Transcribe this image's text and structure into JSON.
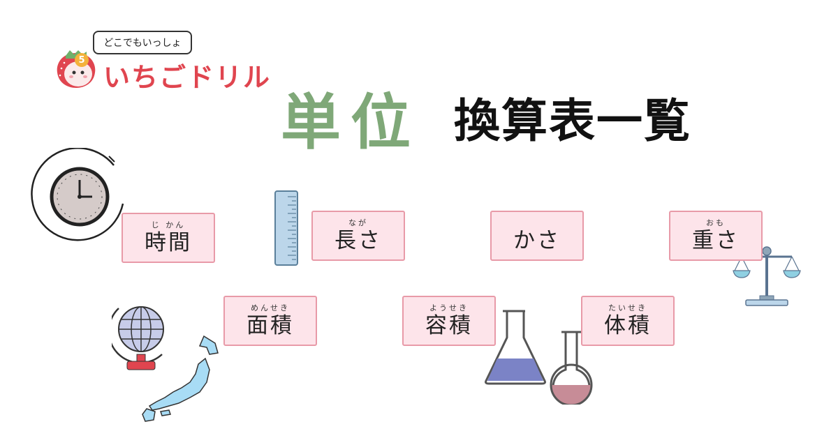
{
  "logo": {
    "bubble": "どこでもいっしょ",
    "name": "いちごドリル",
    "badge": "5"
  },
  "title": {
    "highlight": "単位",
    "rest": "換算表一覧"
  },
  "cards": [
    {
      "ruby": "じ かん",
      "word": "時間"
    },
    {
      "ruby": "なが",
      "word": "長さ"
    },
    {
      "ruby": "",
      "word": "かさ"
    },
    {
      "ruby": "おも",
      "word": "重さ"
    },
    {
      "ruby": "めんせき",
      "word": "面積"
    },
    {
      "ruby": "ようせき",
      "word": "容積"
    },
    {
      "ruby": "たいせき",
      "word": "体積"
    }
  ],
  "icons": [
    "clock-icon",
    "ruler-icon",
    "scale-icon",
    "globe-icon",
    "japan-map-icon",
    "flask-icon"
  ],
  "colors": {
    "title_green": "#7fa878",
    "card_bg": "#fde4ea",
    "card_border": "#e89aa8",
    "logo_red": "#e0454f"
  }
}
